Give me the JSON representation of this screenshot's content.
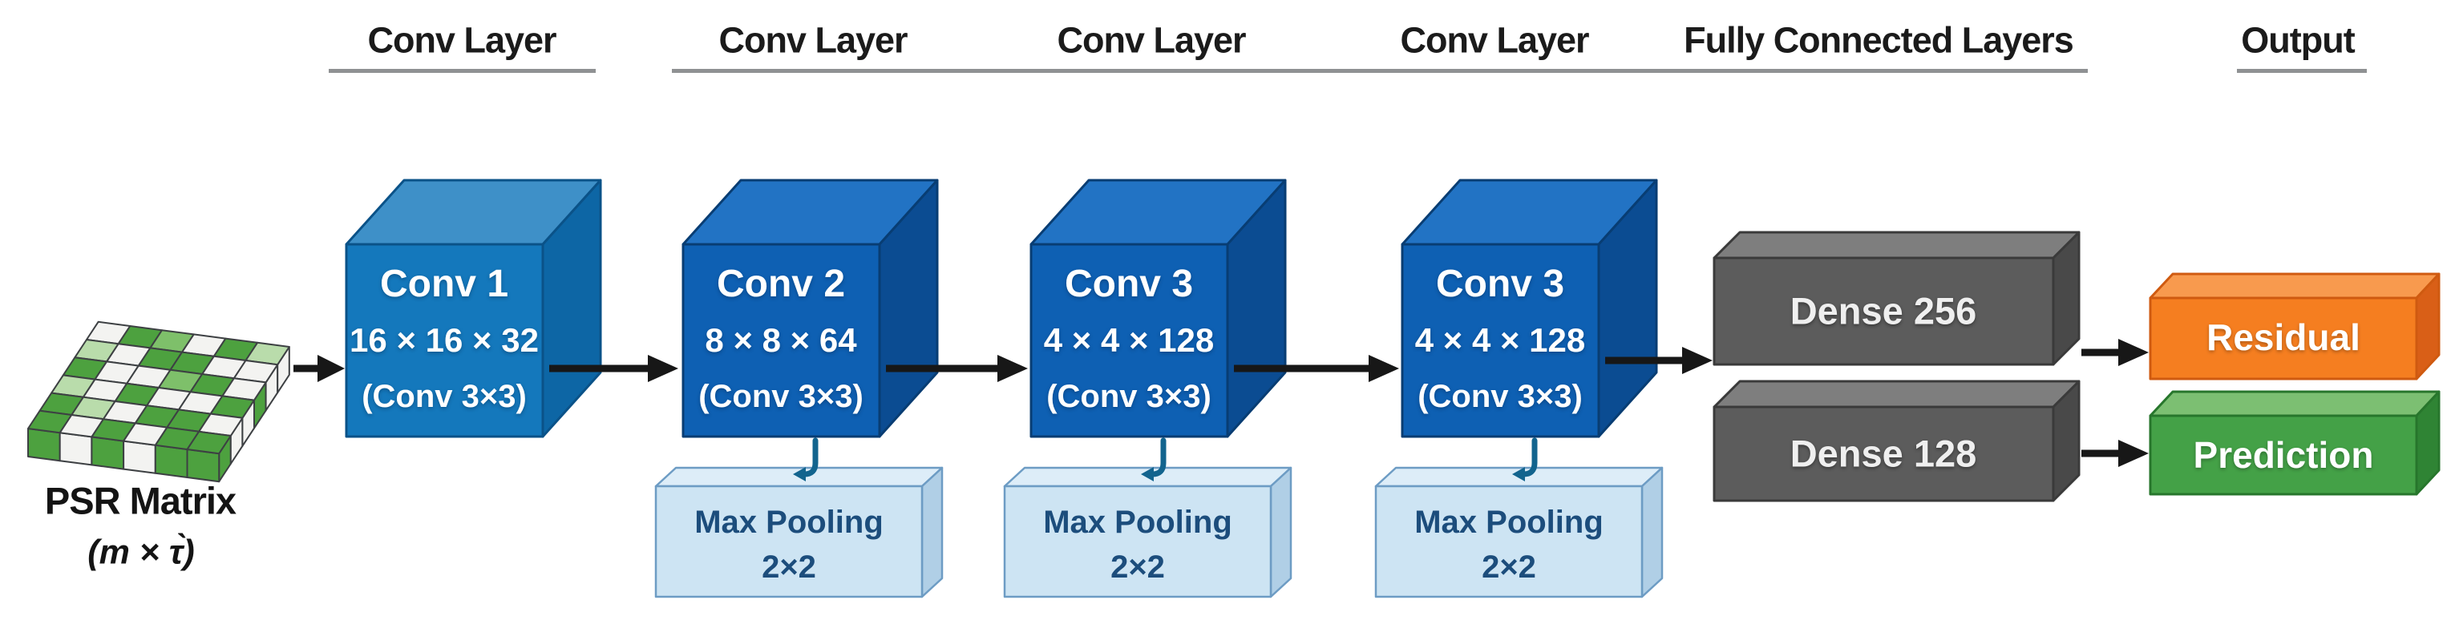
{
  "figure": {
    "headers": [
      {
        "label": "Conv Layer"
      },
      {
        "label": "Conv Layer"
      },
      {
        "label": "Conv Layer"
      },
      {
        "label": "Conv Layer"
      },
      {
        "label": "Fully Connected Layers"
      },
      {
        "label": "Output"
      }
    ],
    "input": {
      "title": "PSR Matrix",
      "dims": "(m × τ̀)"
    },
    "psr_grid": {
      "top_pattern": [
        [
          "w",
          "g",
          "m",
          "w",
          "g",
          "l"
        ],
        [
          "l",
          "w",
          "g",
          "g",
          "w",
          "w"
        ],
        [
          "g",
          "w",
          "w",
          "m",
          "g",
          "w"
        ],
        [
          "l",
          "w",
          "g",
          "w",
          "w",
          "g"
        ],
        [
          "g",
          "l",
          "w",
          "g",
          "g",
          "w"
        ],
        [
          "g",
          "w",
          "g",
          "w",
          "g",
          "g"
        ]
      ],
      "front_faces": [
        "g",
        "w",
        "g",
        "w",
        "g",
        "g"
      ],
      "side_faces": [
        "g",
        "w",
        "w",
        "g",
        "w",
        "w"
      ]
    },
    "conv_layers": [
      {
        "name": "Conv 1",
        "size": "16 × 16 × 32",
        "kernel": "(Conv 3×3)"
      },
      {
        "name": "Conv 2",
        "size": "8 × 8 × 64",
        "kernel": "(Conv 3×3)",
        "pooling": {
          "name": "Max Pooling",
          "size": "2×2"
        }
      },
      {
        "name": "Conv 3",
        "size": "4 × 4 × 128",
        "kernel": "(Conv 3×3)",
        "pooling": {
          "name": "Max Pooling",
          "size": "2×2"
        }
      },
      {
        "name": "Conv 3",
        "size": "4 × 4 × 128",
        "kernel": "(Conv 3×3)",
        "pooling": {
          "name": "Max Pooling",
          "size": "2×2"
        }
      }
    ],
    "dense_layers": [
      {
        "label": "Dense 256"
      },
      {
        "label": "Dense 128"
      }
    ],
    "outputs": [
      {
        "label": "Residual",
        "color": "#f57e20"
      },
      {
        "label": "Prediction",
        "color": "#44a147"
      }
    ],
    "colors": {
      "cube1_front": "#1478bc",
      "cube1_top": "#3e90c8",
      "cube1_side": "#0d66a5",
      "cube_front": "#0e60b3",
      "cube_top": "#2273c4",
      "cube_side": "#0b4c92",
      "pool_front": "#cde4f3",
      "pool_top": "#ddedf8",
      "pool_side": "#b0cfe6",
      "dense_front": "#5c5c5c",
      "dense_top": "#7e7e7e",
      "dense_side": "#494949",
      "residual_front": "#f57e20",
      "residual_top": "#f89a4e",
      "residual_side": "#d95f17",
      "prediction_front": "#44a147",
      "prediction_top": "#7cbf72",
      "prediction_side": "#2f8434",
      "arrow": "#171717",
      "hook_arrow": "#12648e",
      "underline": "#8f9193",
      "psr": {
        "g": "#4da13f",
        "m": "#7ec06a",
        "l": "#b9dcab",
        "w": "#f3f3f1"
      }
    }
  }
}
